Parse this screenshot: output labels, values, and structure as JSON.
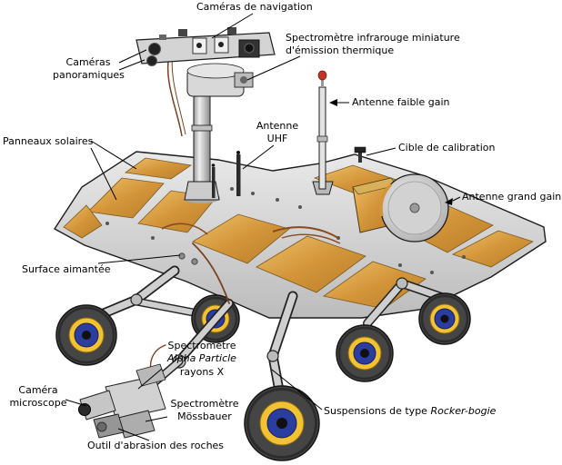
{
  "diagram": {
    "labels": {
      "nav_cameras": "Caméras de navigation",
      "pan_cameras_l1": "Caméras",
      "pan_cameras_l2": "panoramiques",
      "mini_tes_l1": "Spectromètre infrarouge miniature",
      "mini_tes_l2": "d'émission thermique",
      "low_gain_antenna": "Antenne faible gain",
      "uhf_l1": "Antenne",
      "uhf_l2": "UHF",
      "calibration_target": "Cible de calibration",
      "solar_panels": "Panneaux solaires",
      "high_gain_antenna": "Antenne grand gain",
      "magnet_surface": "Surface aimantée",
      "apxs_l1": "Spectromètre",
      "apxs_l2": "Alpha Particle",
      "apxs_l3": "rayons X",
      "microscope_l1": "Caméra",
      "microscope_l2": "microscope",
      "mossbauer_l1": "Spectromètre",
      "mossbauer_l2": "Mössbauer",
      "rock_abrasion_tool": "Outil d'abrasion des roches",
      "suspension_prefix": "Suspensions de type ",
      "suspension_italic": "Rocker-bogie"
    },
    "colors": {
      "background": "#ffffff",
      "panel_gold": "#d4953a",
      "panel_gold_light": "#eec26a",
      "body_gray": "#d6d6d6",
      "outline": "#1c1c1c",
      "wheel_dark": "#454545",
      "hub_yellow": "#f2c233",
      "hub_blue": "#2b3d9e",
      "antenna_tip_red": "#c43322",
      "cable_brown": "#7a4020",
      "label_text": "#000000"
    }
  }
}
